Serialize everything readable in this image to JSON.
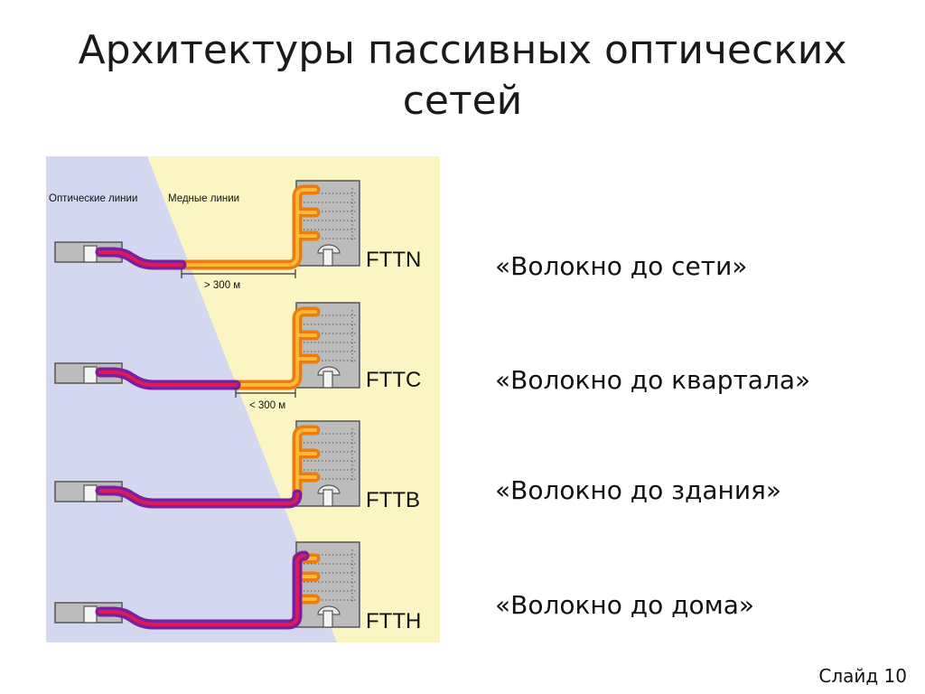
{
  "slide": {
    "title_line1": "Архитектуры пассивных оптических",
    "title_line2": "сетей",
    "number_label": "Слайд 10"
  },
  "diagram": {
    "label_optical": "Оптические линии",
    "label_copper": "Медные линии",
    "dim_fttn": "> 300 м",
    "dim_fttc": "< 300 м",
    "rows": [
      {
        "code": "FTTN",
        "caption": "«Волокно до сети»"
      },
      {
        "code": "FTTC",
        "caption": "«Волокно до квартала»"
      },
      {
        "code": "FTTB",
        "caption": "«Волокно до здания»"
      },
      {
        "code": "FTTH",
        "caption": "«Волокно до дома»"
      }
    ],
    "colors": {
      "optical_zone": "#d3d7f0",
      "copper_zone": "#faf5c3",
      "fiber": "#7a1f9e",
      "fiber_core": "#e01a5a",
      "copper": "#ee7b10",
      "copper_core": "#ffb833",
      "building": "#bcbcbc"
    }
  }
}
